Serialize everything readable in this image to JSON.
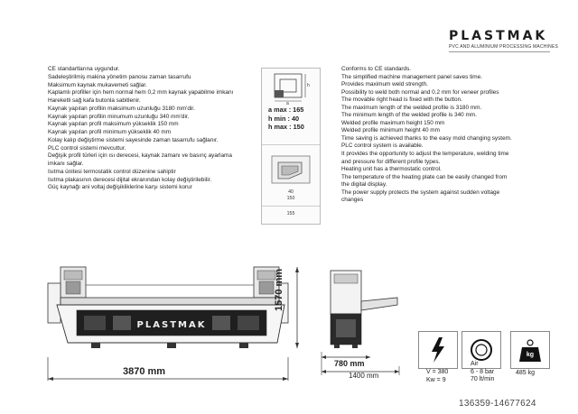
{
  "logo": {
    "word": "PLASTMAK",
    "subtitle": "PVC AND ALUMINIUM PROCESSING MACHINES"
  },
  "features_tr": [
    "CE standartlarına uygundur.",
    "Sadeleştirilmiş makina yönetim panosu zaman tasarrufu",
    "Maksimum kaynak mukavemeti sağlar.",
    "Kaplamlı profiller için hem normal hem 0,2 mm kaynak yapabilme imkanı",
    "Hareketli sağ kafa butonla sabitlenir.",
    "Kaynak yapılan profilin maksimum uzunluğu 3180 mm'dir.",
    "Kaynak yapılan profilin minumum uzunluğu 340 mm'dir.",
    "Kaynak yapılan profil maksimum yükseklik 150 mm",
    "Kaynak yapılan profil minimum yükseklik 40 mm",
    "Kolay kalıp değiştirme sistemi sayesinde zaman tasarrufu sağlanır.",
    "PLC control sistemi mevcuttur.",
    "Değişik profil türleri için ısı derecesi, kaynak zamanı ve basınç ayarlama",
    "imkanı sağlar.",
    "Isıtma ünitesi termostatik control düzenine sahiptir",
    "Isıtma plakasının derecesi dijital ekranından kolay değiştirilebilir.",
    "Güç kaynağı ani voltaj değişikliklerine karşı sistemi korur"
  ],
  "features_en": [
    "Conforms to CE standards.",
    "The simplified machine management panel saves time.",
    "Provides maximum weld strength.",
    "Possibility to weld both normal and 0.2 mm for veneer profiles",
    "The movable right head is fixed with the button.",
    "The maximum length of the welded profile is 3180 mm.",
    "The minimum length of the welded profile is 340 mm.",
    "Welded profile maximum height 150 mm",
    "Welded profile minimum height 40 mm",
    "Time saving is achieved thanks to the easy mold changing system.",
    "PLC control system is available.",
    "It provides the opportunity to adjust the temperature, welding time and pressure for different profile types.",
    "Heating unit has a thermostatic control.",
    "The temperature of the heating plate can be easily changed from the digital display.",
    "The power supply protects the system against sudden voltage changes"
  ],
  "spec_box": {
    "diagram_labels": {
      "h": "h",
      "a": "a"
    },
    "dims": [
      "a max : 165",
      "h min  : 40",
      "h max : 150"
    ],
    "small_values": [
      "40",
      "150"
    ],
    "bottom_value": "155"
  },
  "drawing": {
    "machine_label": "PLASTMAK",
    "width_label": "3870 mm",
    "height_label": "1570 mm",
    "depth_inner_label": "780 mm",
    "depth_outer_label": "1400 mm"
  },
  "specs_icons": {
    "voltage_line1": "V   = 380",
    "voltage_line2": "Kw = 9",
    "air_title": "Air",
    "air_pressure": "6 - 8 bar",
    "air_flow": "70 lt/min",
    "weight_icon_label": "kg",
    "weight": "485 kg"
  },
  "watermark": "136359-14677624"
}
